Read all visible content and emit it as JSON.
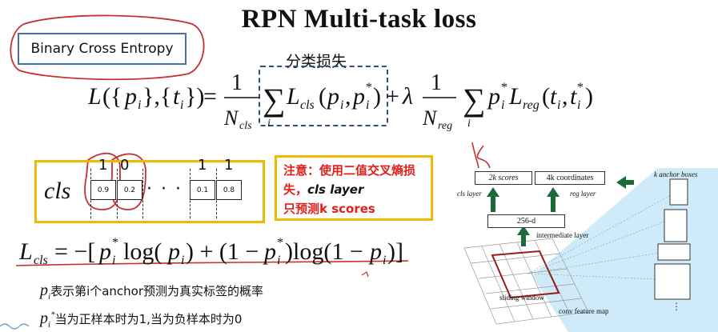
{
  "title": "RPN Multi-task loss",
  "bce_label": "Binary Cross Entropy",
  "classification_loss_label": "分类损失",
  "cls": {
    "label": "cls",
    "digits": [
      "1",
      "0",
      "1",
      "1"
    ],
    "cells": [
      "0.9",
      "0.2",
      "0.1",
      "0.8"
    ],
    "dots": "· · · · ·"
  },
  "note": {
    "part1": "注意：使用二值交叉熵损失，",
    "part2": "cls layer",
    "part3": "只预测",
    "part4": "k scores"
  },
  "desc1": "表示第i个anchor预测为真实标签的概率",
  "desc2": "当为正样本时为1,当为负样本时为0",
  "diagram": {
    "scores": "2k scores",
    "coords": "4k coordinates",
    "anchor_boxes": "k anchor boxes",
    "cls_layer": "cls layer",
    "reg_layer": "reg layer",
    "d256": "256-d",
    "intermediate": "intermediate layer",
    "sliding": "sliding window",
    "conv_map": "conv feature map"
  },
  "colors": {
    "gold": "#f0b800",
    "red": "#e0201a",
    "dash_blue": "#2f4f7a",
    "arrow_green": "#1a6b3a",
    "box_blue": "#4a6fa5"
  }
}
